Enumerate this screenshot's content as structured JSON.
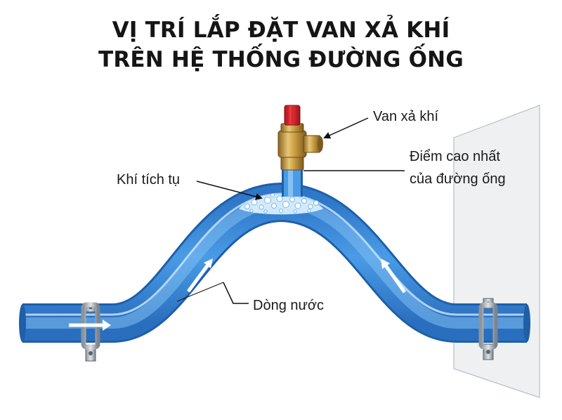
{
  "title": {
    "line1": "VỊ TRÍ LẮP ĐẶT VAN XẢ KHÍ",
    "line2": "TRÊN HỆ THỐNG ĐƯỜNG ỐNG"
  },
  "labels": {
    "valve": "Van xả khí",
    "highest_point_line1": "Điểm cao nhất",
    "highest_point_line2": "của đường ống",
    "trapped_air": "Khí tích tụ",
    "water_flow": "Dòng nước"
  },
  "colors": {
    "pipe_blue": "#3d8fe0",
    "water_light": "#9cd0f6",
    "brass": "#c9a14a",
    "valve_cap": "#d9232a",
    "wall": "#eef0f2"
  }
}
